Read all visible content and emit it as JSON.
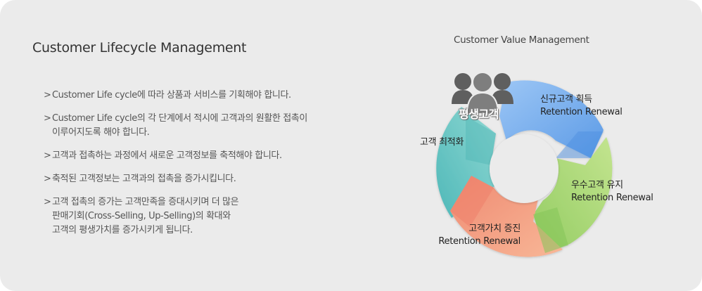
{
  "left": {
    "title": "Customer Lifecycle Management",
    "bullet_marker": ">",
    "bullets": [
      {
        "lines": [
          "Customer Life cycle에 따라 상품과 서비스를 기획해야 합니다."
        ]
      },
      {
        "lines": [
          "Customer Life cycle의 각 단계에서 적시에 고객과의 원활한 접촉이",
          "이루어지도록 해야 합니다."
        ]
      },
      {
        "lines": [
          "고객과 접촉하는 과정에서 새로운 고객정보를 축적해야 합니다."
        ]
      },
      {
        "lines": [
          "축적된 고객정보는 고객과의 접촉을 증가시킵니다."
        ]
      },
      {
        "lines": [
          "고객 접촉의 증가는 고객만족을 증대시키며 더 많은",
          "판매기회(Cross-Selling, Up-Selling)의 확대와",
          "고객의 평생가치를 증가시키게 됩니다."
        ]
      }
    ]
  },
  "diagram": {
    "title": "Customer Value Management",
    "center_icon": "people-group-icon",
    "center_label": "평생고객",
    "segments": [
      {
        "name": "신규고객 획득",
        "sub": "Retention Renewal",
        "color": "#6fa9ec"
      },
      {
        "name": "우수고객 유지",
        "sub": "Retention Renewal",
        "color": "#a9d874"
      },
      {
        "name": "고객가치 증진",
        "sub": "Retention Renewal",
        "color": "#f5a283"
      },
      {
        "name": "고객 최적화",
        "sub": "",
        "color": "#63c4c3"
      }
    ]
  },
  "colors": {
    "background": "#ebebeb",
    "blue": "#6fa9ec",
    "green": "#a9d874",
    "salmon": "#f5a283",
    "teal": "#63c4c3",
    "icon_gray": "#6d6d6d"
  }
}
